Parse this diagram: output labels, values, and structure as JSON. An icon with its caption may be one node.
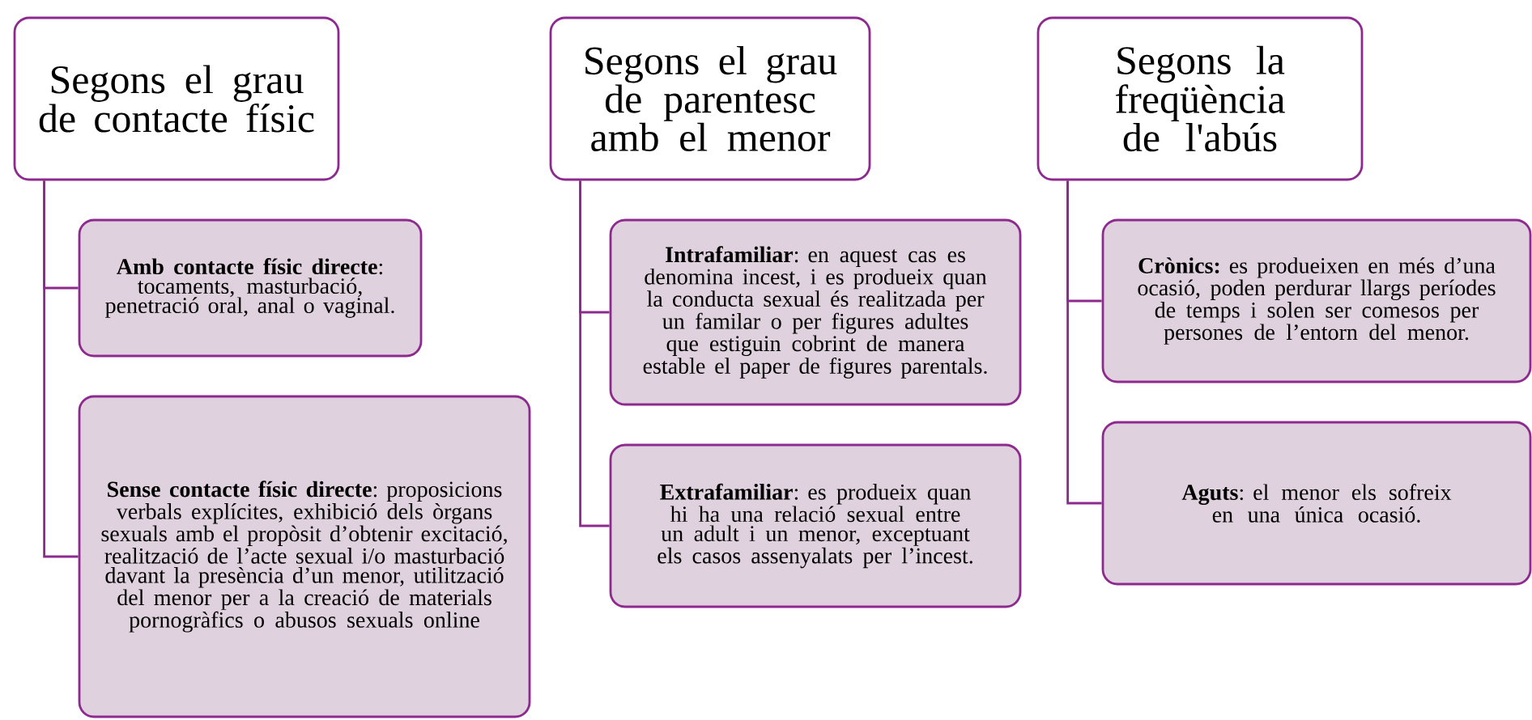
{
  "diagram": {
    "nodes": [
      {
        "text": [
          "Segons el grau de contacte físic"
        ]
      },
      {
        "text": [
          "**Amb contacte físic directe**: tocaments, masturbació, penetració oral, anal o vaginal."
        ]
      },
      {
        "text": [
          "**Sense contacte físic directe**: proposicions verbals explícites, exhibició dels òrgans sexuals amb el propòsit d’obtenir excitació, realització de l’acte sexual i/o masturbació davant la presència d’un menor, utilització del menor per a la creació de materials pornogràfics o abusos sexuals online"
        ]
      },
      {
        "text": [
          "Segons el grau de parentesc amb el menor"
        ]
      },
      {
        "text": [
          "**Intrafamiliar**: en aquest cas es denomina incest, i es produeix quan la conducta sexual és realitzada per un familar o per figures adultes que estiguin cobrint de manera estable el paper de figures parentals."
        ]
      },
      {
        "text": [
          "**Extrafamiliar**: es produeix quan hi ha una relació sexual entre un adult i un menor, exceptuant els casos assenyalats per l’incest."
        ]
      },
      {
        "text": [
          "Segons la freqüència de l'abús"
        ]
      },
      {
        "text": [
          "**Crònics:** es produeixen en més d’una ocasió, poden perdurar llargs períodes de temps i solen ser comesos per persones de l’entorn del menor."
        ]
      },
      {
        "text": [
          "**Aguts**: el menor els sofreix en una única ocasió."
        ]
      }
    ],
    "edges": [
      {
        "from": 0,
        "to": 1,
        "arrow": "none"
      },
      {
        "from": 0,
        "to": 2,
        "arrow": "none"
      },
      {
        "from": 3,
        "to": 4,
        "arrow": "none"
      },
      {
        "from": 3,
        "to": 5,
        "arrow": "none"
      },
      {
        "from": 6,
        "to": 7,
        "arrow": "none"
      },
      {
        "from": 6,
        "to": 8,
        "arrow": "none"
      }
    ]
  }
}
